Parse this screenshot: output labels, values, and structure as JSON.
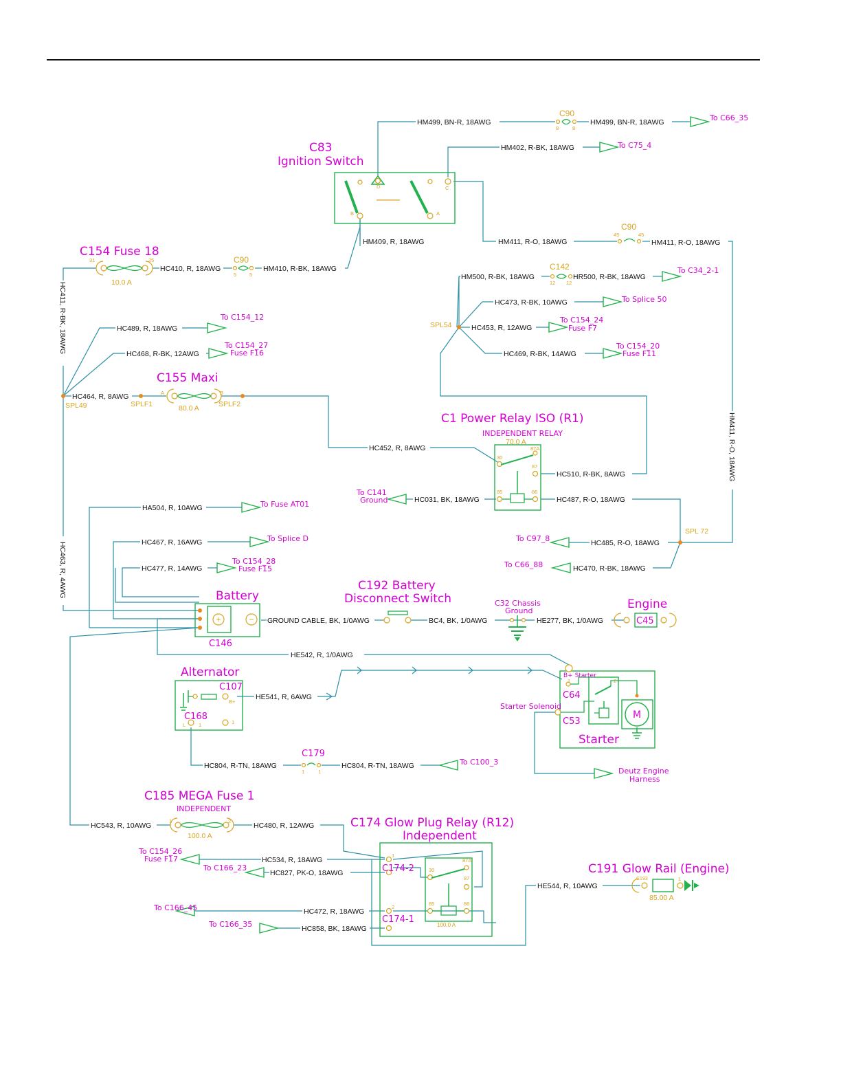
{
  "labels": {
    "hm499_a": "HM499, BN-R, 18AWG",
    "hm499_b": "HM499, BN-R, 18AWG",
    "to_c66_35": "To C66_35",
    "c90_top": "C90",
    "hm402": "HM402, R-BK, 18AWG",
    "to_c75_4": "To C75_4",
    "c83_title": "C83",
    "c83_sub": "Ignition Switch",
    "hm409": "HM409, R, 18AWG",
    "hm411_a": "HM411, R-O, 18AWG",
    "hm411_b": "HM411, R-O, 18AWG",
    "hm411_v": "HM411, R-O, 18AWG",
    "c90_mid": "C90",
    "c154_title": "C154 Fuse 18",
    "fuse18_amp": "10.0 A",
    "hc410": "HC410, R, 18AWG",
    "c90_left": "C90",
    "hm410": "HM410, R-BK, 18AWG",
    "hc411_v": "HC411, R-BK, 18AWG",
    "hm500": "HM500, R-BK, 18AWG",
    "c142": "C142",
    "hr500": "HR500, R-BK, 18AWG",
    "to_c34": "To C34_2-1",
    "hc473": "HC473, R-BK, 10AWG",
    "to_splice50": "To Splice 50",
    "spl54": "SPL54",
    "hc453": "HC453, R, 12AWG",
    "to_c154_24a": "To C154_24",
    "to_c154_24b": "Fuse F7",
    "hc469": "HC469, R-BK, 14AWG",
    "to_c154_20a": "To C154_20",
    "to_c154_20b": "Fuse F11",
    "hc489": "HC489, R, 18AWG",
    "to_c154_12": "To C154_12",
    "hc468": "HC468, R-BK, 12AWG",
    "to_c154_27a": "To C154_27",
    "to_c154_27b": "Fuse F16",
    "c155_title": "C155 Maxi",
    "hc464": "HC464, R, 8AWG",
    "spl49": "SPL49",
    "splf1": "SPLF1",
    "maxi_amp": "80.0 A",
    "splf2": "SPLF2",
    "c1_title": "C1 Power Relay ISO (R1)",
    "c1_sub": "INDEPENDENT RELAY",
    "c1_amp": "70.0 A",
    "hc452": "HC452, R, 8AWG",
    "hc510": "HC510, R-BK, 8AWG",
    "to_c141a": "To C141",
    "to_c141b": "Ground",
    "hc031": "HC031, BK, 18AWG",
    "hc487": "HC487, R-O, 18AWG",
    "ha504": "HA504, R, 10AWG",
    "to_fuse_at01": "To Fuse AT01",
    "hc463_v": "HC463, R, 4AWG",
    "hc467": "HC467, R, 16AWG",
    "to_splice_d": "To Splice D",
    "spl72": "SPL 72",
    "to_c97_8": "To C97_8",
    "hc485": "HC485, R-O, 18AWG",
    "hc477": "HC477, R, 14AWG",
    "to_c154_28a": "To C154_28",
    "to_c154_28b": "Fuse F15",
    "to_c66_88": "To C66_88",
    "hc470": "HC470, R-BK, 18AWG",
    "battery": "Battery",
    "c146": "C146",
    "c192_title": "C192 Battery",
    "c192_sub": "Disconnect Switch",
    "ground_cable": "GROUND CABLE, BK, 1/0AWG",
    "bc4": "BC4, BK, 1/0AWG",
    "c32a": "C32 Chassis",
    "c32b": "Ground",
    "he277": "HE277, BK, 1/0AWG",
    "engine": "Engine",
    "c45": "C45",
    "he542": "HE542, R, 1/0AWG",
    "alternator": "Alternator",
    "c107": "C107",
    "he541": "HE541, R, 6AWG",
    "c168": "C168",
    "b_starter": "B+ Starter",
    "c64": "C64",
    "starter_solenoid": "Starter Solenoid",
    "c53": "C53",
    "starter": "Starter",
    "motor": "M",
    "c179": "C179",
    "hc804_a": "HC804, R-TN, 18AWG",
    "hc804_b": "HC804, R-TN, 18AWG",
    "to_c100_3": "To C100_3",
    "deutz_a": "Deutz Engine",
    "deutz_b": "Harness",
    "c185_title": "C185 MEGA Fuse 1",
    "c185_sub": "INDEPENDENT",
    "hc543": "HC543, R, 10AWG",
    "mega_amp": "100.0 A",
    "hc480": "HC480, R, 12AWG",
    "c174_title": "C174 Glow Plug Relay (R12)",
    "c174_sub": "Independent",
    "to_c154_26a": "To C154_26",
    "to_c154_26b": "Fuse F17",
    "hc534": "HC534, R, 18AWG",
    "to_c166_23": "To C166_23",
    "hc827": "HC827, PK-O, 18AWG",
    "c174_2": "C174-2",
    "c174_1": "C174-1",
    "glow_amp": "100.0 A",
    "c191_title": "C191 Glow Rail (Engine)",
    "c193": "C193",
    "glow_rail_amp": "85.00 A",
    "he544": "HE544, R, 10AWG",
    "to_c166_45": "To C166_45",
    "hc472": "HC472, R, 18AWG",
    "to_c166_35": "To C166_35",
    "hc858": "HC858, BK, 18AWG"
  },
  "pins": {
    "p8a": "8",
    "p8b": "8",
    "p5a": "5",
    "p5b": "5",
    "p45a": "45",
    "p45b": "45",
    "p12a": "12",
    "p12b": "12",
    "p31": "31",
    "p25": "25",
    "pA": "A",
    "pB": "B",
    "pD": "D",
    "pC": "C",
    "pBsw": "B",
    "pAsw": "A",
    "r30": "30",
    "r87a": "87A",
    "r87": "87",
    "r85": "85",
    "r86": "86",
    "g30": "30",
    "g87a": "87A",
    "g87": "87",
    "g85": "85",
    "g86": "86",
    "bplus": "B+",
    "p1alt": "1",
    "pL": "L",
    "p1l": "1",
    "p1c179a": "1",
    "p1c179b": "1",
    "p1mega": "1",
    "p2mega": "2",
    "p1starter": "1",
    "p2starter": "2",
    "p1g": "1",
    "p2g": "2",
    "p1gr": "1"
  },
  "colors": {
    "wire": "#2a8fa6",
    "component": "#22b14c",
    "connector": "#d9a520",
    "callout": "#d400d4",
    "splice": "#e8891c"
  }
}
